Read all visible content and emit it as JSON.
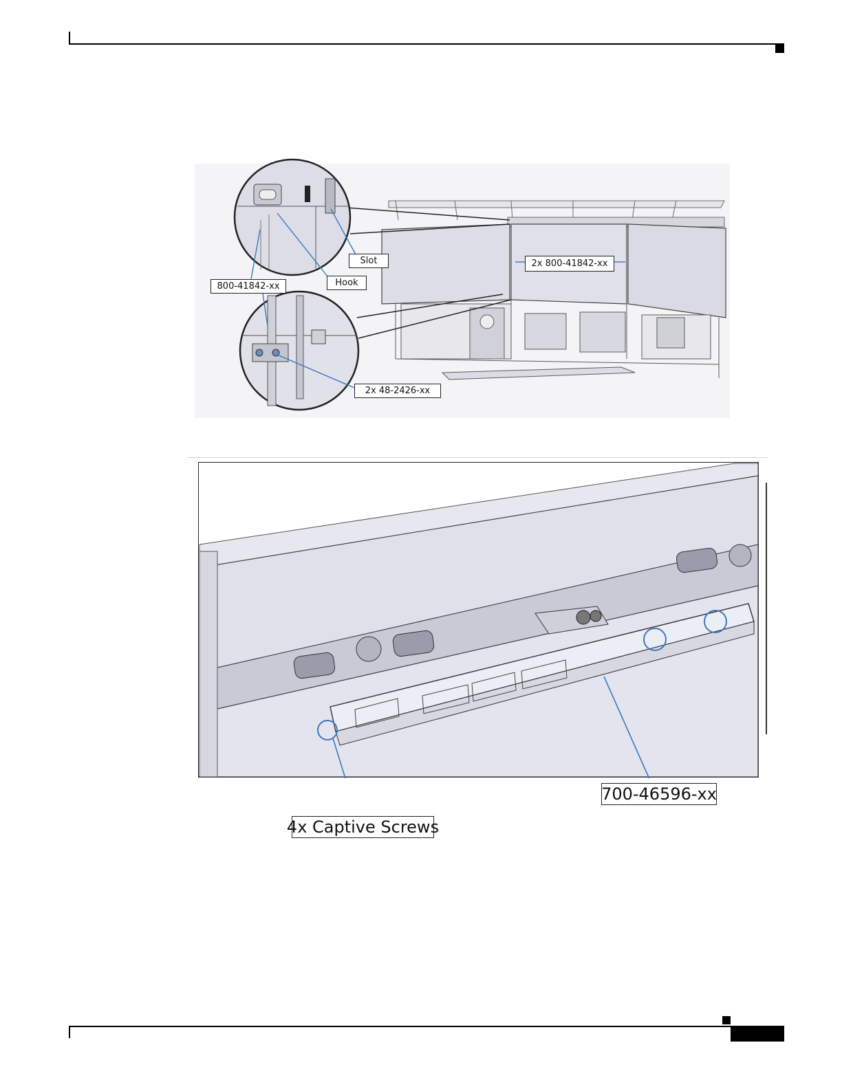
{
  "colors": {
    "panel": "#dfe0ea",
    "panel_dark": "#c9cad6",
    "frame": "#b8b9c4",
    "line": "#3b3b3b",
    "accent": "#3a78c0",
    "header_rule": "#000000"
  },
  "figure1": {
    "callouts": {
      "slot": "Slot",
      "hook": "Hook",
      "bracket_part": "800-41842-xx",
      "bracket_pair": "2x 800-41842-xx",
      "screws": "2x 48-2426-xx"
    }
  },
  "figure2": {
    "callouts": {
      "cover_part": "700-46596-xx",
      "captive_screws": "4x Captive Screws"
    }
  },
  "footer": {
    "page_tab": ""
  }
}
